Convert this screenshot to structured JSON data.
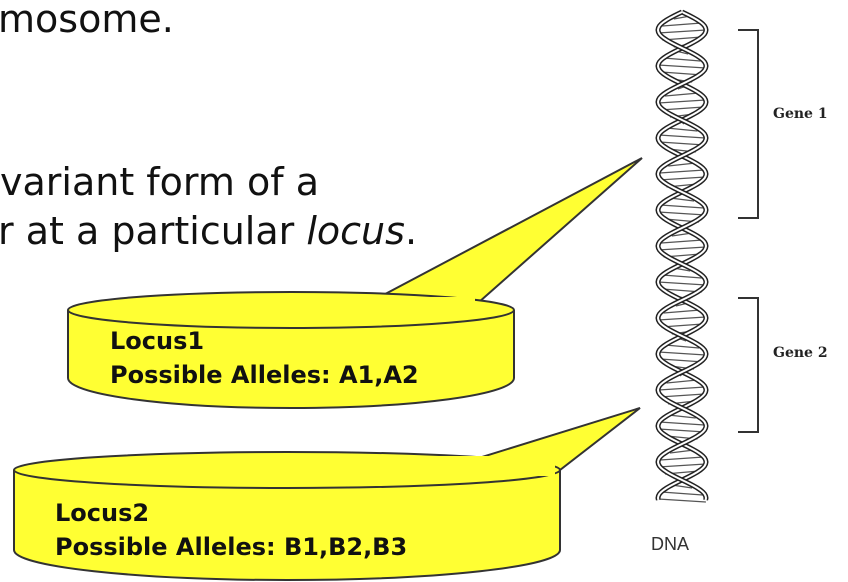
{
  "text_lines": {
    "line1": "mosome.",
    "line2": "variant form of a",
    "line3_prefix": "r at a particular ",
    "line3_italic": "locus",
    "line3_suffix": "."
  },
  "genes": [
    {
      "label": "Gene 1"
    },
    {
      "label": "Gene 2"
    }
  ],
  "dna_label": "DNA",
  "callouts": [
    {
      "title": "Locus1",
      "alleles": "Possible Alleles: A1,A2"
    },
    {
      "title": "Locus2",
      "alleles": "Possible Alleles: B1,B2,B3"
    }
  ],
  "colors": {
    "callout_fill": "#ffff33",
    "callout_stroke": "#333333",
    "dna_stroke": "#222222"
  }
}
